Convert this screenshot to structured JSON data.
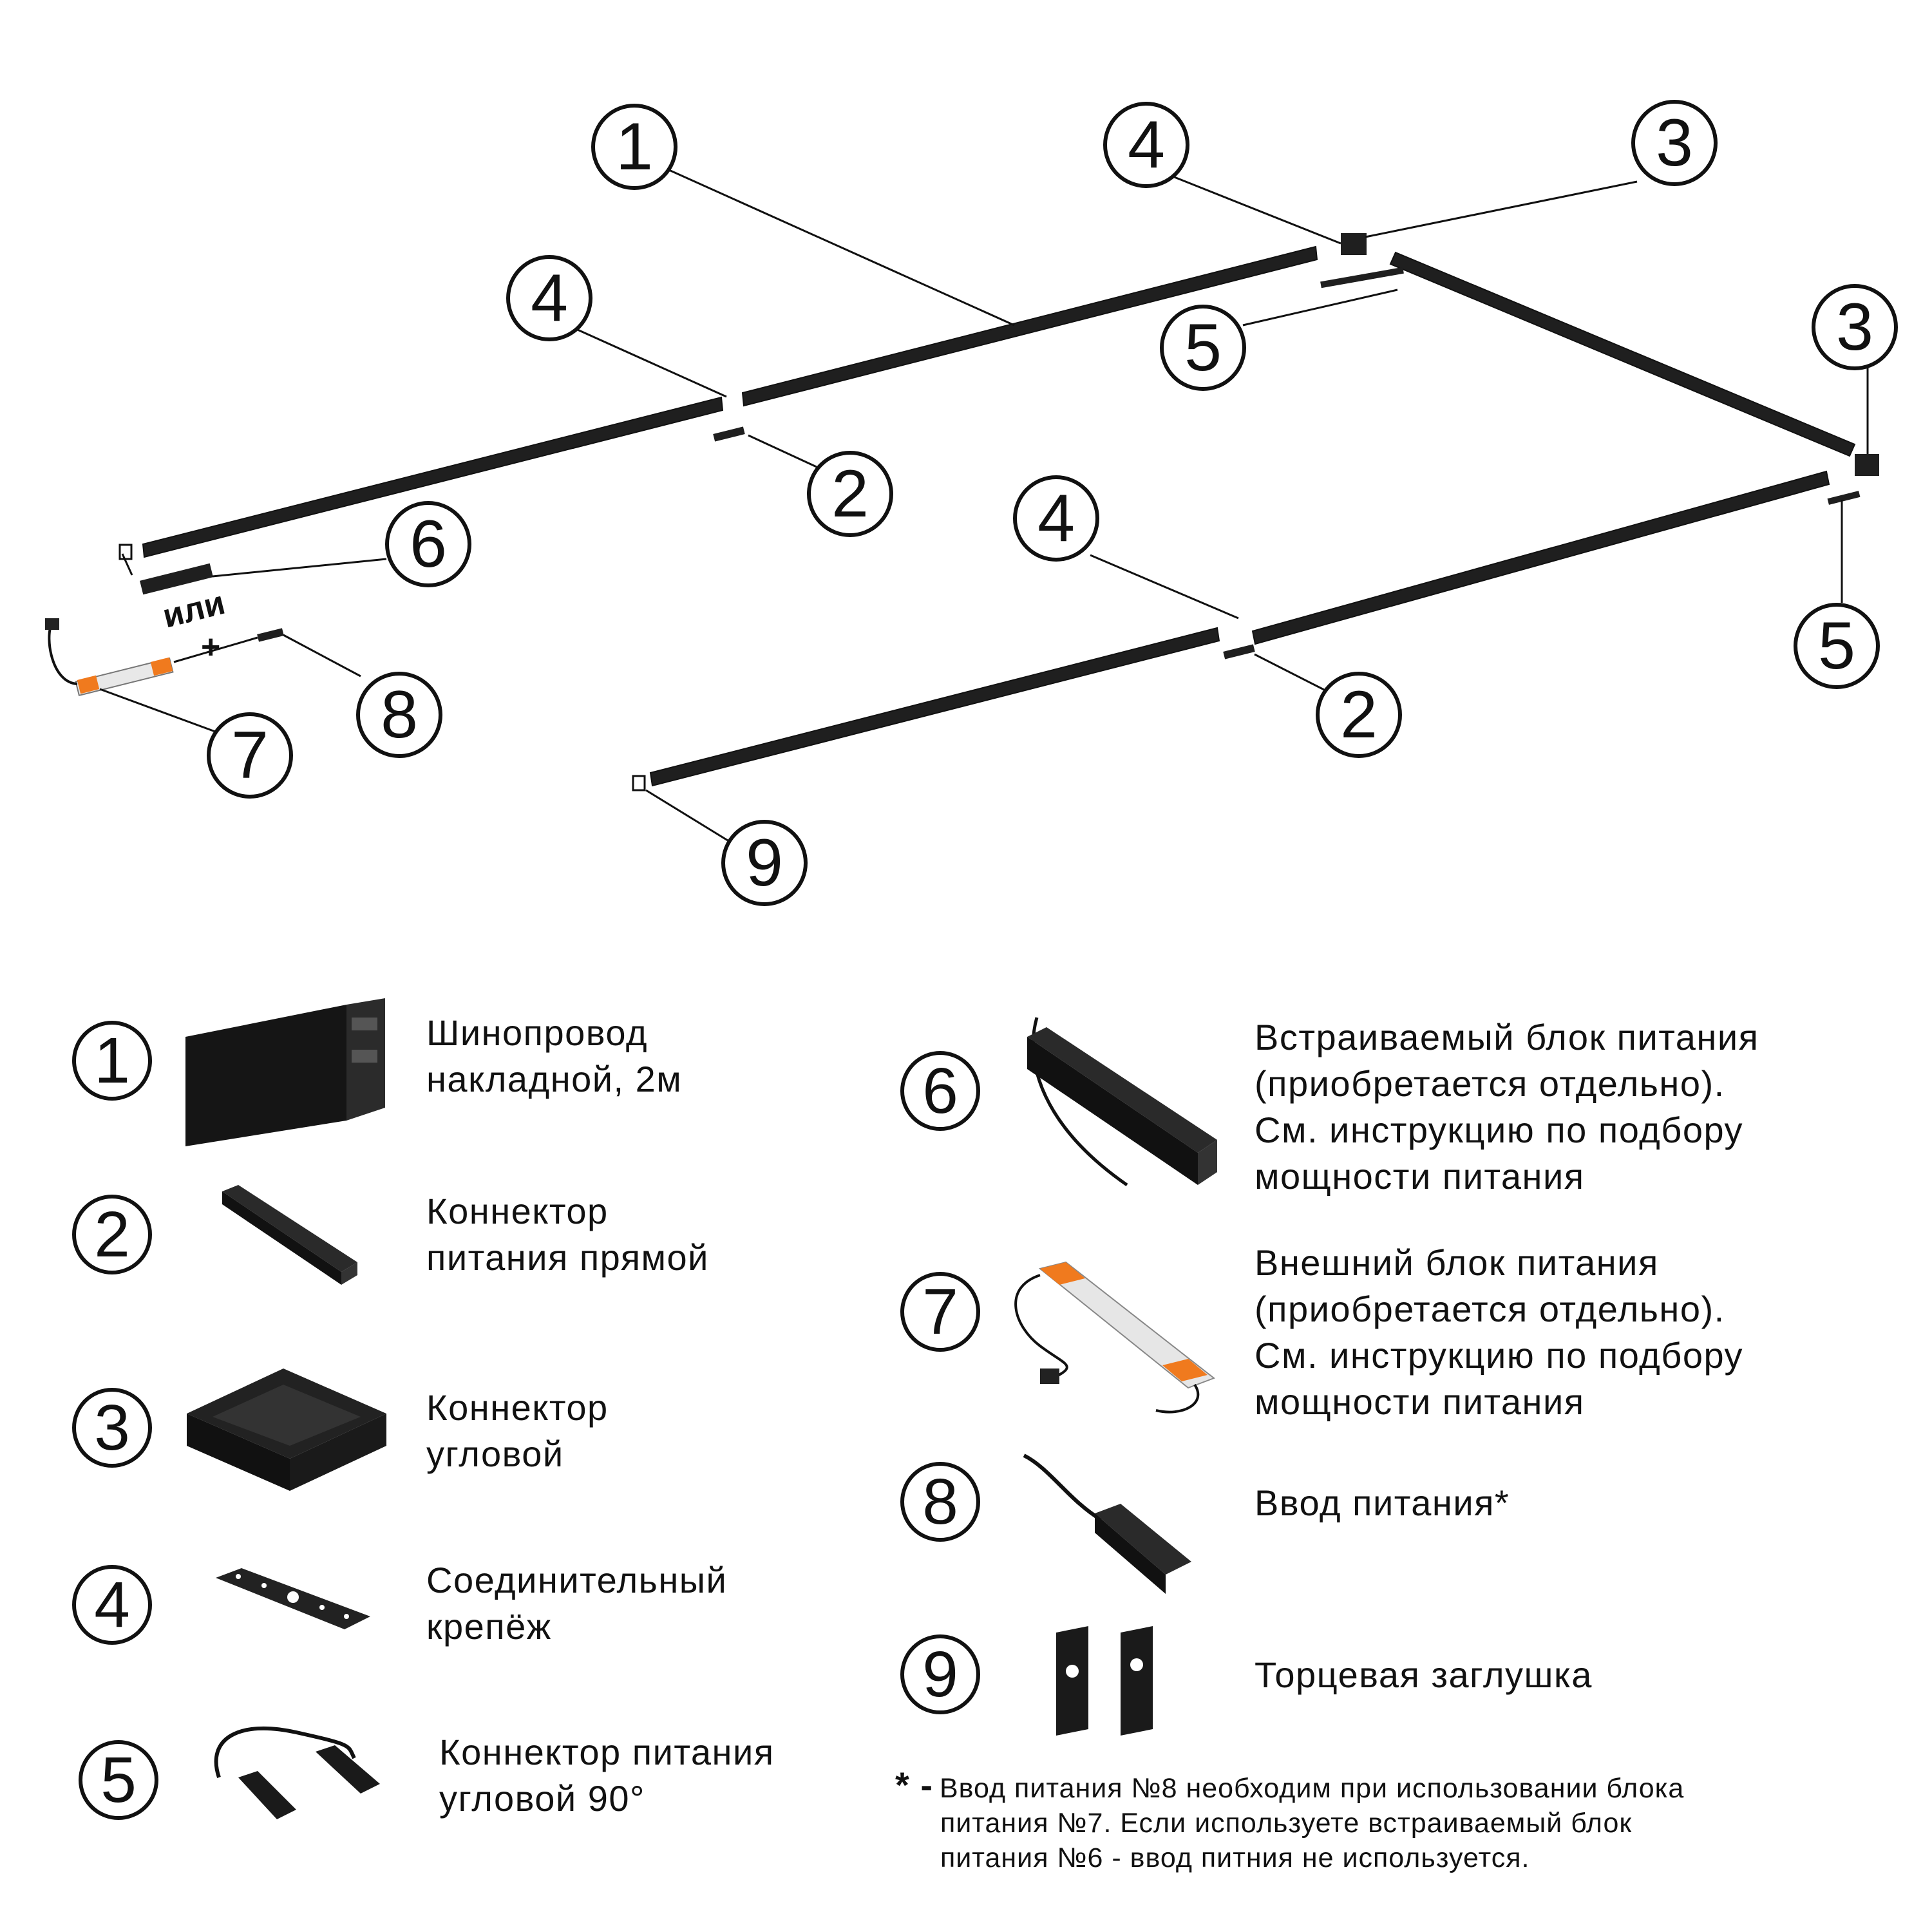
{
  "callouts": [
    "1",
    "2",
    "3",
    "4",
    "5",
    "6",
    "7",
    "8",
    "9"
  ],
  "or_label": "или",
  "plus_label": "+",
  "legend": [
    {
      "num": "1",
      "text": "Шинопровод\nнакладной, 2м"
    },
    {
      "num": "2",
      "text": "Коннектор\nпитания прямой"
    },
    {
      "num": "3",
      "text": "Коннектор\nугловой"
    },
    {
      "num": "4",
      "text": "Соединительный\nкрепёж"
    },
    {
      "num": "5",
      "text": "Коннектор питания\nугловой 90°"
    },
    {
      "num": "6",
      "text": "Встраиваемый блок питания\n(приобретается отдельно).\nСм. инструкцию по подбору\nмощности питания"
    },
    {
      "num": "7",
      "text": "Внешний блок питания\n(приобретается отдельно).\nСм. инструкцию по подбору\nмощности питания"
    },
    {
      "num": "8",
      "text": "Ввод питания*"
    },
    {
      "num": "9",
      "text": "Торцевая заглушка"
    }
  ],
  "footnote": {
    "star": "* -",
    "line1": "Ввод питания №8 необходим при использовании блока",
    "line2": "питания №7. Если используете встраиваемый блок",
    "line3": "питания №6 - ввод питния не используется."
  },
  "colors": {
    "track": "#1f1f1f",
    "line": "#111111",
    "accent_orange": "#f07a1e"
  }
}
